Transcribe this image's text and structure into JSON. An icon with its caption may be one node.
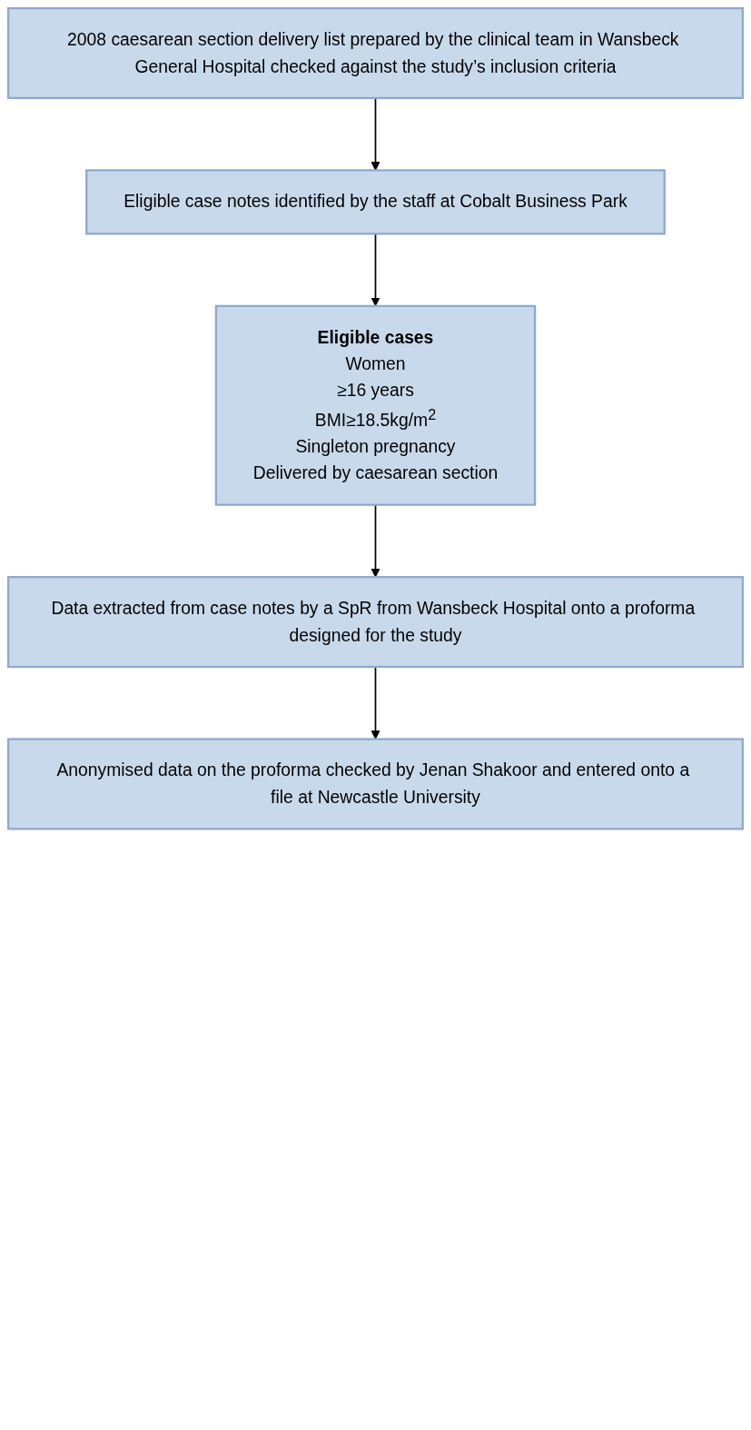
{
  "diagram": {
    "nodes": [
      {
        "text": [
          "2008 caesarean section delivery list prepared by the clinical team in Wansbeck General Hospital checked against the study’s inclusion criteria"
        ]
      },
      {
        "text": [
          "Eligible case notes identified by the staff at Cobalt Business Park"
        ]
      },
      {
        "text": [
          "Eligible cases",
          "Women",
          "≥16 years",
          "BMI≥18.5kg/m$^{2}$",
          "Singleton pregnancy",
          "Delivered by caesarean section"
        ]
      },
      {
        "text": [
          "Data extracted from case notes by a SpR from Wansbeck Hospital onto a proforma designed for the study"
        ]
      },
      {
        "text": [
          "Anonymised data on the proforma checked by Jenan Shakoor and entered onto a file at Newcastle University"
        ]
      }
    ],
    "edges": [
      {
        "from": 0,
        "to": 1,
        "arrow": "to"
      },
      {
        "from": 1,
        "to": 2,
        "arrow": "to"
      },
      {
        "from": 2,
        "to": 3,
        "arrow": "to"
      },
      {
        "from": 3,
        "to": 4,
        "arrow": "to"
      }
    ]
  }
}
